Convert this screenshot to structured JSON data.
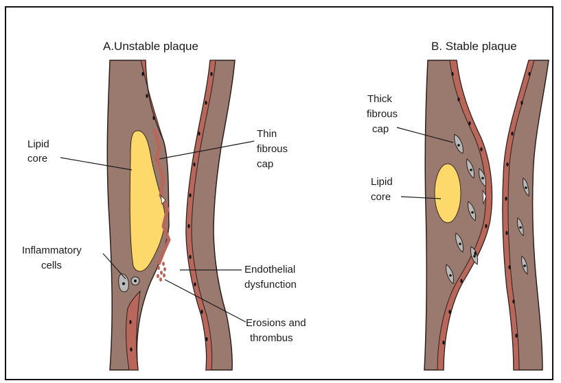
{
  "panel_a": {
    "title": "A.Unstable plaque",
    "labels": {
      "lipid_core_line1": "Lipid",
      "lipid_core_line2": "core",
      "thin_cap_line1": "Thin",
      "thin_cap_line2": "fibrous",
      "thin_cap_line3": "cap",
      "inflammatory_line1": "Inflammatory",
      "inflammatory_line2": "cells",
      "endothelial_line1": "Endothelial",
      "endothelial_line2": "dysfunction",
      "erosions_line1": "Erosions and",
      "erosions_line2": "thrombus"
    }
  },
  "panel_b": {
    "title": "B. Stable plaque",
    "labels": {
      "thick_cap_line1": "Thick",
      "thick_cap_line2": "fibrous",
      "thick_cap_line3": "cap",
      "lipid_core_line1": "Lipid",
      "lipid_core_line2": "core"
    }
  },
  "colors": {
    "vessel_wall": "#9a7a6f",
    "endothelium": "#b8675a",
    "lipid_core": "#fdd96b",
    "cell_fill": "#b9b9b9",
    "outline": "#2a1f1c"
  }
}
